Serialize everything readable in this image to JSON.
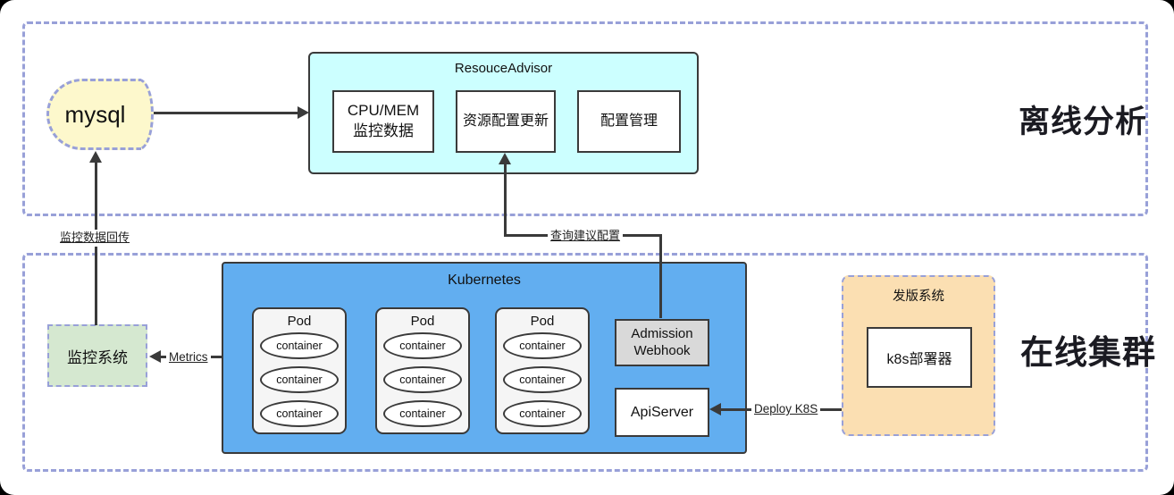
{
  "diagram": {
    "offline_watermark": "离线分析",
    "online_watermark": "在线集群"
  },
  "mysql": {
    "label": "mysql"
  },
  "advisor": {
    "title": "ResouceAdvisor",
    "module1_line1": "CPU/MEM",
    "module1_line2": "监控数据",
    "module2": "资源配置更新",
    "module3": "配置管理"
  },
  "monitor_system": {
    "label": "监控系统"
  },
  "kubernetes": {
    "title": "Kubernetes",
    "pods": [
      {
        "title": "Pod",
        "containers": [
          "container",
          "container",
          "container"
        ]
      },
      {
        "title": "Pod",
        "containers": [
          "container",
          "container",
          "container"
        ]
      },
      {
        "title": "Pod",
        "containers": [
          "container",
          "container",
          "container"
        ]
      }
    ],
    "admission_webhook_line1": "Admission",
    "admission_webhook_line2": "Webhook",
    "api_server": "ApiServer"
  },
  "release_system": {
    "title": "发版系统",
    "deployer": "k8s部署器"
  },
  "edges": {
    "monitor_return": "监控数据回传",
    "query_config": "查询建议配置",
    "metrics": "Metrics",
    "deploy": "Deploy K8S"
  },
  "colors": {
    "advisor_fill": "#ccffff",
    "mysql_fill": "#fdf8cc",
    "monitor_fill": "#d5e8d0",
    "kubernetes_fill": "#62aef0",
    "release_fill": "#fbdfb2",
    "webhook_fill": "#d9d9d9",
    "pod_fill": "#f5f5f5",
    "dashed_border": "#98a0d8",
    "solid_border": "#3a3a3a",
    "line": "#3a3a3a",
    "watermark": "#1b1b22"
  }
}
